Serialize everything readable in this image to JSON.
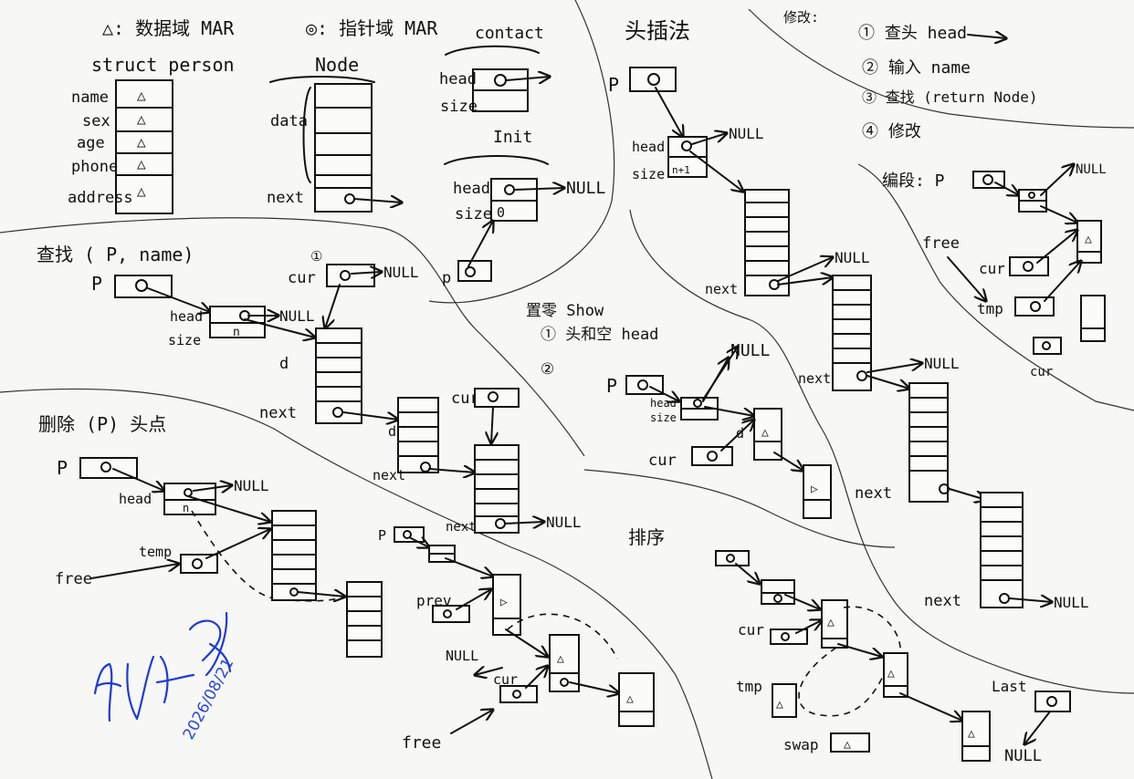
{
  "legend": {
    "triangle": "△: 数据域 MAR",
    "circle": "◎: 指针域 MAR"
  },
  "struct_person": {
    "title": "struct person",
    "fields": [
      "name",
      "sex",
      "age",
      "phone",
      "address"
    ],
    "mark": "△"
  },
  "node": {
    "title": "Node",
    "data_label": "data",
    "next_label": "next"
  },
  "contact": {
    "title": "contact",
    "head": "head",
    "size": "size",
    "init_title": "Init",
    "null": "NULL",
    "p": "p",
    "zero": "0"
  },
  "find": {
    "title": "查找 ( P, name)",
    "p": "P",
    "head": "head",
    "size": "size",
    "n": "n",
    "cur": "cur",
    "d": "d",
    "next": "next",
    "null": "NULL",
    "step": "①"
  },
  "delete": {
    "title": "删除 (P) 头点",
    "p": "P",
    "head": "head",
    "temp": "temp",
    "free": "free",
    "null": "NULL",
    "n": "n"
  },
  "head_insert": {
    "title": "头插法",
    "p": "P",
    "head": "head",
    "size": "size",
    "size_val": "n+1",
    "next": "next",
    "null": "NULL"
  },
  "modify": {
    "title": "修改:",
    "steps": [
      "① 查头 head",
      "② 输入 name",
      "③ 查找 (return Node)",
      "④ 修改"
    ]
  },
  "edit": {
    "title": "编段: P",
    "free": "free",
    "cur": "cur",
    "tmp": "tmp",
    "null": "NULL"
  },
  "show": {
    "title": "置零 Show",
    "steps": [
      "① 头和空 head",
      "②"
    ],
    "p": "P",
    "head": "head",
    "size": "size",
    "cur": "cur",
    "d": "d",
    "null": "NULL"
  },
  "prev_section": {
    "p": "P",
    "prev": "prev",
    "null": "NULL",
    "cur": "cur",
    "free": "free"
  },
  "sort": {
    "title": "排序",
    "cur": "cur",
    "tmp": "tmp",
    "swap": "swap",
    "last": "Last",
    "null": "NULL"
  },
  "signature": {
    "date": "2026/08/21"
  }
}
